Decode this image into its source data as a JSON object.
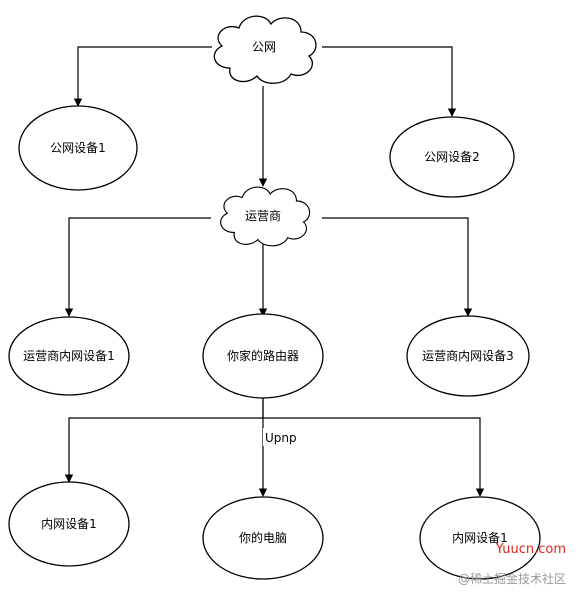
{
  "colors": {
    "stroke": "#000000",
    "fill": "#ffffff",
    "text": "#000000",
    "watermark_red": "#e2231a",
    "watermark_gray": "#9a9a9a"
  },
  "nodes": {
    "public_net": "公网",
    "public_device_1": "公网设备1",
    "public_device_2": "公网设备2",
    "isp": "运营商",
    "isp_lan_device_1": "运营商内网设备1",
    "home_router": "你家的路由器",
    "isp_lan_device_3": "运营商内网设备3",
    "lan_device_1_left": "内网设备1",
    "your_pc": "你的电脑",
    "lan_device_1_right": "内网设备1"
  },
  "edge_labels": {
    "upnp": "Upnp"
  },
  "watermarks": {
    "yuucn": "Yuucn.com",
    "juejin": "@稀土掘金技术社区"
  }
}
